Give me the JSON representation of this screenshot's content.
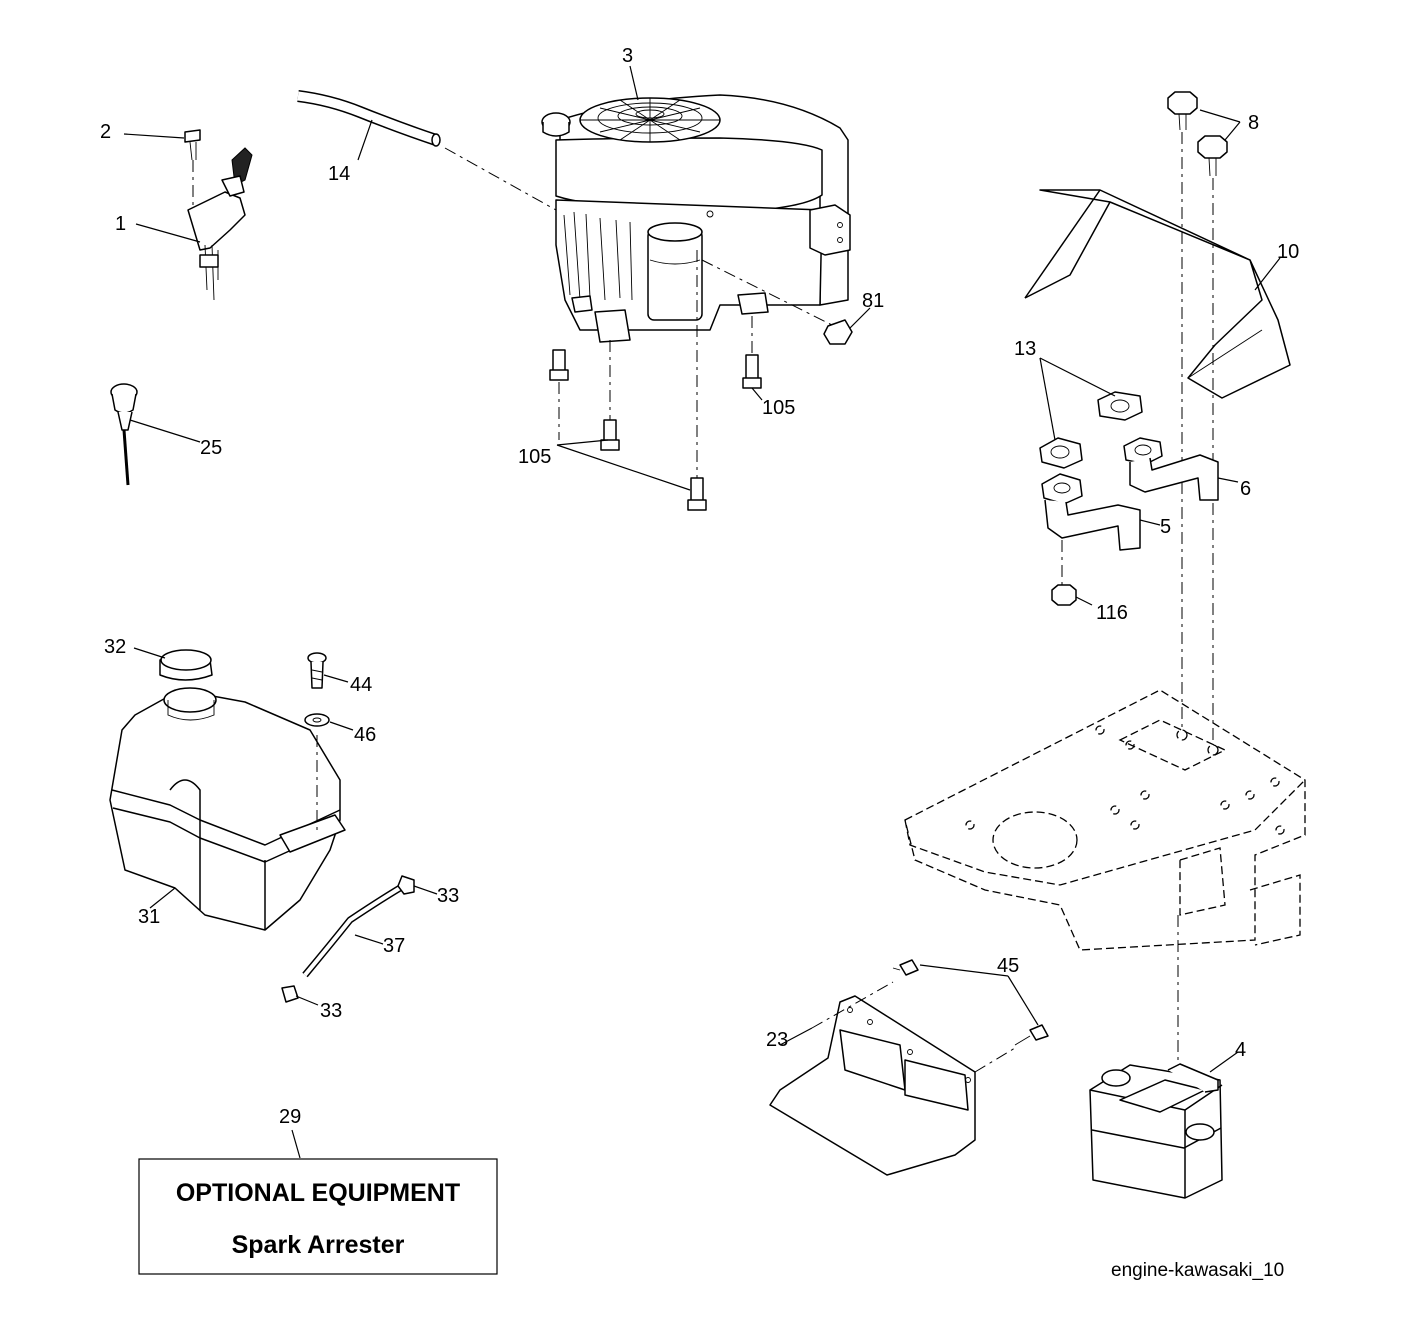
{
  "diagram_id": "engine-kawasaki_10",
  "parts": [
    {
      "id": "p1",
      "number": "1"
    },
    {
      "id": "p2",
      "number": "2"
    },
    {
      "id": "p3",
      "number": "3"
    },
    {
      "id": "p4",
      "number": "4"
    },
    {
      "id": "p5",
      "number": "5"
    },
    {
      "id": "p6",
      "number": "6"
    },
    {
      "id": "p8",
      "number": "8"
    },
    {
      "id": "p10",
      "number": "10"
    },
    {
      "id": "p13",
      "number": "13"
    },
    {
      "id": "p14",
      "number": "14"
    },
    {
      "id": "p23",
      "number": "23"
    },
    {
      "id": "p25",
      "number": "25"
    },
    {
      "id": "p29",
      "number": "29"
    },
    {
      "id": "p31",
      "number": "31"
    },
    {
      "id": "p32",
      "number": "32"
    },
    {
      "id": "p33a",
      "number": "33"
    },
    {
      "id": "p33b",
      "number": "33"
    },
    {
      "id": "p37",
      "number": "37"
    },
    {
      "id": "p44",
      "number": "44"
    },
    {
      "id": "p45",
      "number": "45"
    },
    {
      "id": "p46",
      "number": "46"
    },
    {
      "id": "p81",
      "number": "81"
    },
    {
      "id": "p105a",
      "number": "105"
    },
    {
      "id": "p105b",
      "number": "105"
    },
    {
      "id": "p116",
      "number": "116"
    }
  ],
  "optional_box": {
    "title": "OPTIONAL EQUIPMENT",
    "subtitle": "Spark Arrester"
  }
}
